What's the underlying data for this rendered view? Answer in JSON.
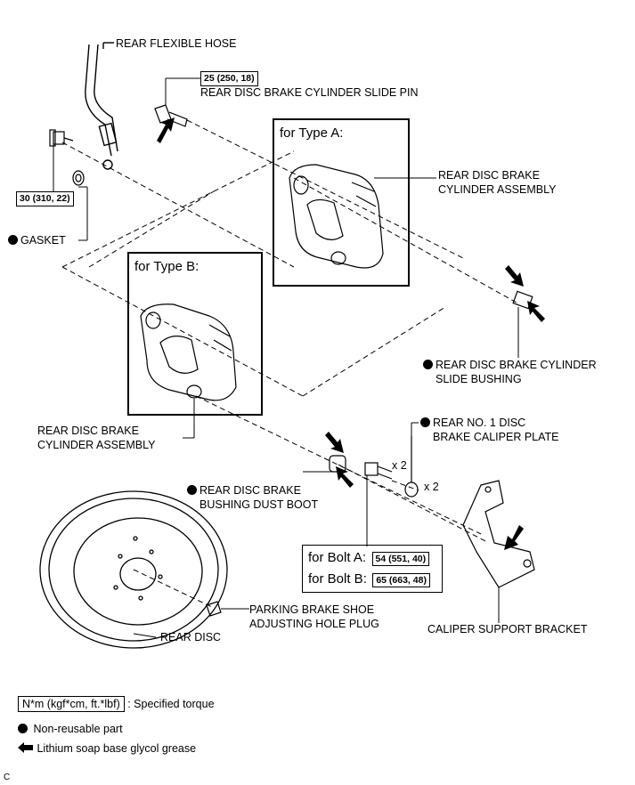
{
  "labels": {
    "rear_flexible_hose": "REAR FLEXIBLE HOSE",
    "slide_pin": "REAR DISC BRAKE CYLINDER SLIDE PIN",
    "gasket": "GASKET",
    "type_a_title": "for Type A:",
    "type_b_title": "for Type B:",
    "cylinder_assembly_a_line1": "REAR DISC BRAKE",
    "cylinder_assembly_a_line2": "CYLINDER ASSEMBLY",
    "cylinder_assembly_b_line1": "REAR DISC BRAKE",
    "cylinder_assembly_b_line2": "CYLINDER ASSEMBLY",
    "slide_bushing_line1": "REAR DISC BRAKE CYLINDER",
    "slide_bushing_line2": "SLIDE BUSHING",
    "caliper_plate_line1": "REAR NO. 1 DISC",
    "caliper_plate_line2": "BRAKE CALIPER PLATE",
    "dust_boot_line1": "REAR DISC BRAKE",
    "dust_boot_line2": "BUSHING DUST BOOT",
    "bolt_qty": "x 2",
    "plate_qty": "x 2",
    "bolt_a": "for Bolt A:",
    "bolt_b": "for Bolt B:",
    "adj_plug_line1": "PARKING BRAKE SHOE",
    "adj_plug_line2": "ADJUSTING HOLE PLUG",
    "rear_disc": "REAR DISC",
    "caliper_support_bracket": "CALIPER SUPPORT BRACKET"
  },
  "torques": {
    "slide_pin": "25 (250, 18)",
    "hose_bolt": "30 (310, 22)",
    "bolt_a": "54 (551, 40)",
    "bolt_b": "65 (663, 48)"
  },
  "legend": {
    "torque_unit": "N*m (kgf*cm, ft.*lbf)",
    "torque_desc": ": Specified torque",
    "non_reusable": "Non-reusable part",
    "grease": "Lithium soap base glycol grease"
  },
  "corner_mark": "C",
  "icons": {
    "non_reusable": "filled-circle-icon",
    "grease": "black-arrow-icon"
  }
}
